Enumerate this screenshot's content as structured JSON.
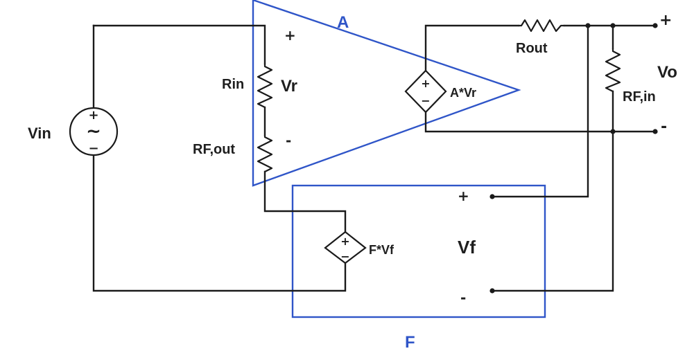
{
  "labels": {
    "amplifier_block": "A",
    "feedback_block": "F",
    "vin": "Vin",
    "rin": "Rin",
    "vr": "Vr",
    "rf_out": "RF,out",
    "rout": "Rout",
    "rf_in": "RF,in",
    "vo": "Vo",
    "vf": "Vf",
    "a_source": "A*Vr",
    "f_source": "F*Vf"
  },
  "signs": {
    "vr_plus": "+",
    "vr_minus": "-",
    "vo_plus": "+",
    "vo_minus": "-",
    "vf_plus": "+",
    "vf_minus": "-",
    "a_src_plus": "+",
    "a_src_minus": "−",
    "f_src_plus": "+",
    "f_src_minus": "−",
    "vin_plus": "+",
    "vin_minus": "−",
    "vin_wave": "~"
  },
  "colors": {
    "wire": "#1a1a1a",
    "block_outline": "#2f55c8",
    "block_label": "#2f55c8",
    "text": "#1e1e1e",
    "background": "#ffffff"
  }
}
